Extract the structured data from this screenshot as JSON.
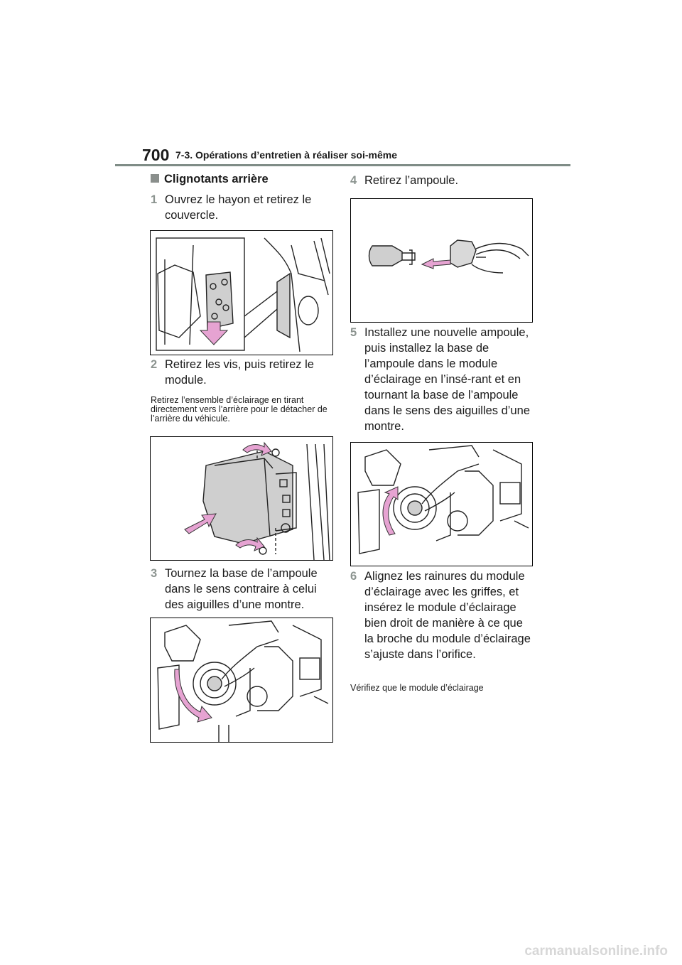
{
  "header": {
    "page_number": "700",
    "section_title": "7-3. Opérations d’entretien à réaliser soi-même"
  },
  "heading": "Clignotants arrière",
  "steps": [
    {
      "num": "1",
      "text": "Ouvrez le hayon et retirez le couvercle."
    },
    {
      "num": "2",
      "text": "Retirez les vis, puis retirez le module."
    },
    {
      "num": "3",
      "text": "Tournez la base de l’ampoule dans le sens contraire à celui des aiguilles d’une montre."
    },
    {
      "num": "4",
      "text": "Retirez l’ampoule."
    },
    {
      "num": "5",
      "text": "Installez une nouvelle ampoule, puis installez la base de l’ampoule dans le module d’éclairage en l’insé-rant et en tournant la base de l’ampoule dans le sens des aiguilles d’une montre."
    },
    {
      "num": "6",
      "text": "Alignez les rainures du module d’éclairage avec les griffes, et insérez le module d’éclairage bien droit de manière à ce que la broche du module d’éclairage s’ajuste dans l’orifice."
    }
  ],
  "notes": {
    "step2": "Retirez l’ensemble d’éclairage en tirant directement vers l’arrière pour le détacher de l’arrière du véhicule.",
    "step6": "Vérifiez que le module d’éclairage"
  },
  "watermark": "carmanualsonline.info",
  "colors": {
    "arrow": "#e6a3d2",
    "rule": "#7f8c86",
    "step_number": "#8c9490"
  }
}
